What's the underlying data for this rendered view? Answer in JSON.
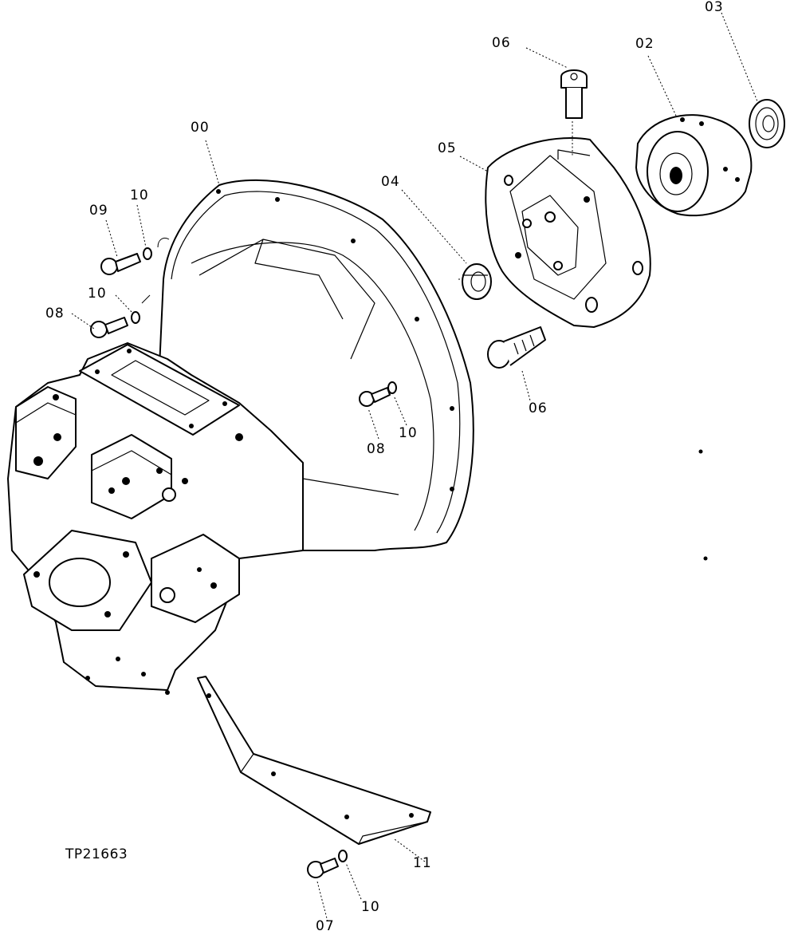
{
  "figure": {
    "reference": "TP21663",
    "callouts": {
      "c00": "00",
      "c02": "02",
      "c03": "03",
      "c04": "04",
      "c05": "05",
      "c06a": "06",
      "c06b": "06",
      "c07": "07",
      "c08a": "08",
      "c08b": "08",
      "c09": "09",
      "c10a": "10",
      "c10b": "10",
      "c10c": "10",
      "c10d": "10",
      "c11": "11"
    }
  }
}
